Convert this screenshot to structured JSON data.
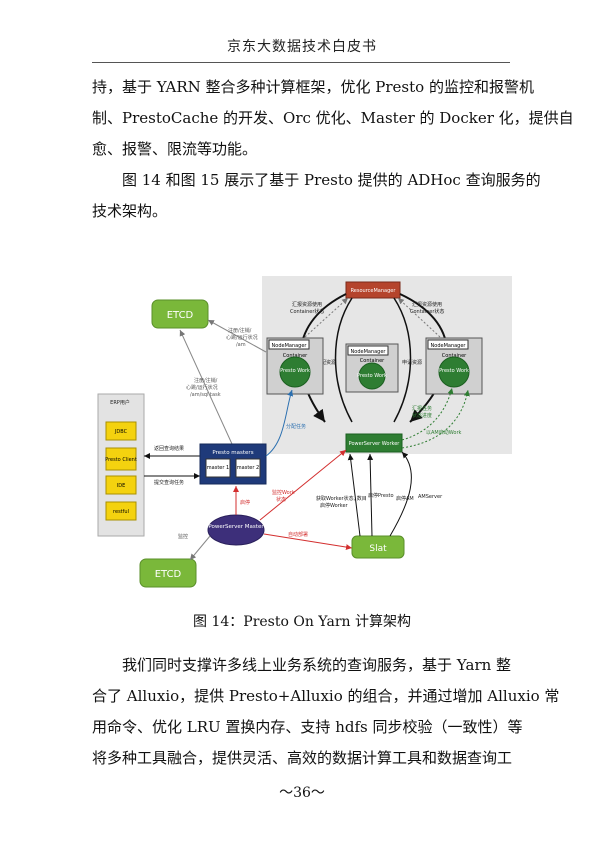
{
  "header": {
    "title": "京东大数据技术白皮书"
  },
  "intro_lines": [
    "持，基于 YARN 整合多种计算框架，优化 Presto 的监控和报警机",
    "制、PrestoCache 的开发、Orc 优化、Master 的 Docker 化，提供自",
    "愈、报警、限流等功能。",
    "图 14 和图 15 展示了基于 Presto 提供的 ADHoc 查询服务的",
    "技术架构。"
  ],
  "figure": {
    "etcd_top": "ETCD",
    "etcd_bottom": "ETCD",
    "resource_manager": "ResourceManager",
    "node_manager": "NodeManager",
    "container": "Container",
    "presto_work": "Presto Work",
    "label_report_left": "汇报资源使用",
    "label_report_left2": "Container状态",
    "label_report_right": "汇报资源使用",
    "label_report_right2": "Container状态",
    "label_alloc": "分配资源",
    "label_apply": "申请资源",
    "label_worker_status": "汇报任务",
    "label_worker_status2": "状态进度",
    "label_am_start": "以AM启动Work",
    "powerserver_worker": "PowerServer Worker",
    "label_assign_task": "分配任务",
    "etcd_reg_top_1": "注册/注销/",
    "etcd_reg_top_2": "心跳/运行状况",
    "etcd_reg_top_3": "/am",
    "etcd_reg_mid_1": "注册/注销/",
    "etcd_reg_mid_2": "心跳/运行状况",
    "etcd_reg_mid_3": "/am/sql task",
    "erp_title": "ERP用户",
    "clients": [
      "JDBC",
      "Presto Client",
      "IDE",
      "restful"
    ],
    "label_return": "返回查询结果",
    "label_submit": "提交查询任务",
    "presto_masters": "Presto masters",
    "master1": "master 1",
    "master2": "master 2",
    "label_start": "启停",
    "label_monitor_1": "监控Work",
    "label_monitor_2": "状态",
    "label_get_status_1": "获取Worker状态, 数目",
    "label_get_status_2": "启停Worker",
    "label_start_presto": "启停Presto",
    "label_start_am": "启停AM",
    "label_amserver": "AMServer",
    "powerserver_master": "PowerServer Master",
    "label_auto_deploy": "自动部署",
    "label_monitor_etcd": "监控",
    "slat": "Slat"
  },
  "caption": "图 14：Presto On Yarn 计算架构",
  "body_lines": [
    "我们同时支撑许多线上业务系统的查询服务，基于 Yarn 整",
    "合了 Alluxio，提供 Presto+Alluxio 的组合，并通过增加 Alluxio 常",
    "用命令、优化 LRU 置换内存、支持 hdfs 同步校验（一致性）等",
    "将多种工具融合，提供灵活、高效的数据计算工具和数据查询工"
  ],
  "page_number": "～36～",
  "colors": {
    "green": "#7ab83a",
    "dark_green": "#2e7d32",
    "navy": "#1f3a7a",
    "purple": "#3d2f7a",
    "rm_red": "#b5442c",
    "arrow_red": "#d32f2f"
  }
}
